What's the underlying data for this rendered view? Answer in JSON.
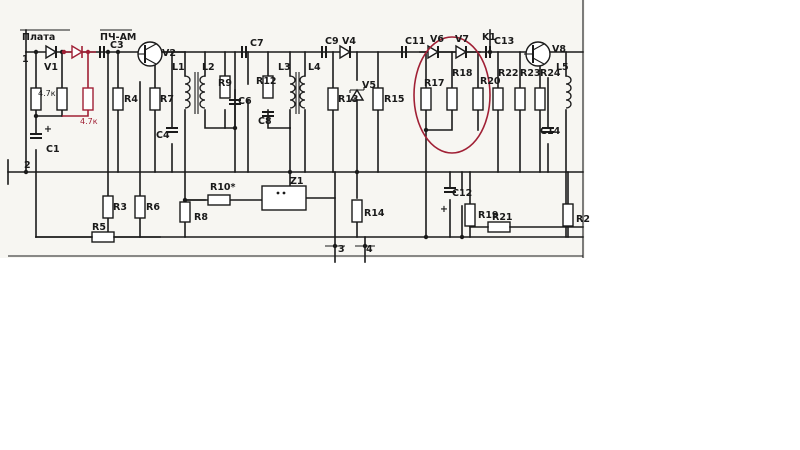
{
  "labels": {
    "board": "Плата",
    "if_am": "ПЧ-АМ",
    "pin1": "1",
    "pin2": "2",
    "pin3": "3",
    "pin4": "4",
    "v1": "V1",
    "v2": "V2",
    "v4": "V4",
    "v5": "V5",
    "v6": "V6",
    "v7": "V7",
    "v8": "V8",
    "c1": "C1",
    "c3": "C3",
    "c4": "C4",
    "c6": "C6",
    "c7": "C7",
    "c8": "C8",
    "c9": "C9",
    "c11": "C11",
    "c12": "C12",
    "c13": "C13",
    "c14": "C14",
    "r2": "R2",
    "r3": "R3",
    "r4": "R4",
    "r5": "R5",
    "r6": "R6",
    "r7": "R7",
    "r8": "R8",
    "r9": "R9",
    "r10": "R10*",
    "r12": "R12",
    "r13": "R13",
    "r14": "R14",
    "r15": "R15",
    "r17": "R17",
    "r18": "R18",
    "r19": "R19",
    "r20": "R20",
    "r21": "R21",
    "r22": "R22",
    "r23": "R23",
    "r24": "R24",
    "l1": "L1",
    "l2": "L2",
    "l3": "L3",
    "l4": "L4",
    "l5": "L5",
    "k1": "K1",
    "z1": "Z1",
    "plus1": "+",
    "plus2": "+",
    "val_4k7_a": "4.7к",
    "val_4k7_b": "4.7к"
  },
  "colors": {
    "ink": "#1a1a1a",
    "annotation": "#a02035",
    "paper": "#f7f6f2",
    "background": "#ffffff"
  }
}
